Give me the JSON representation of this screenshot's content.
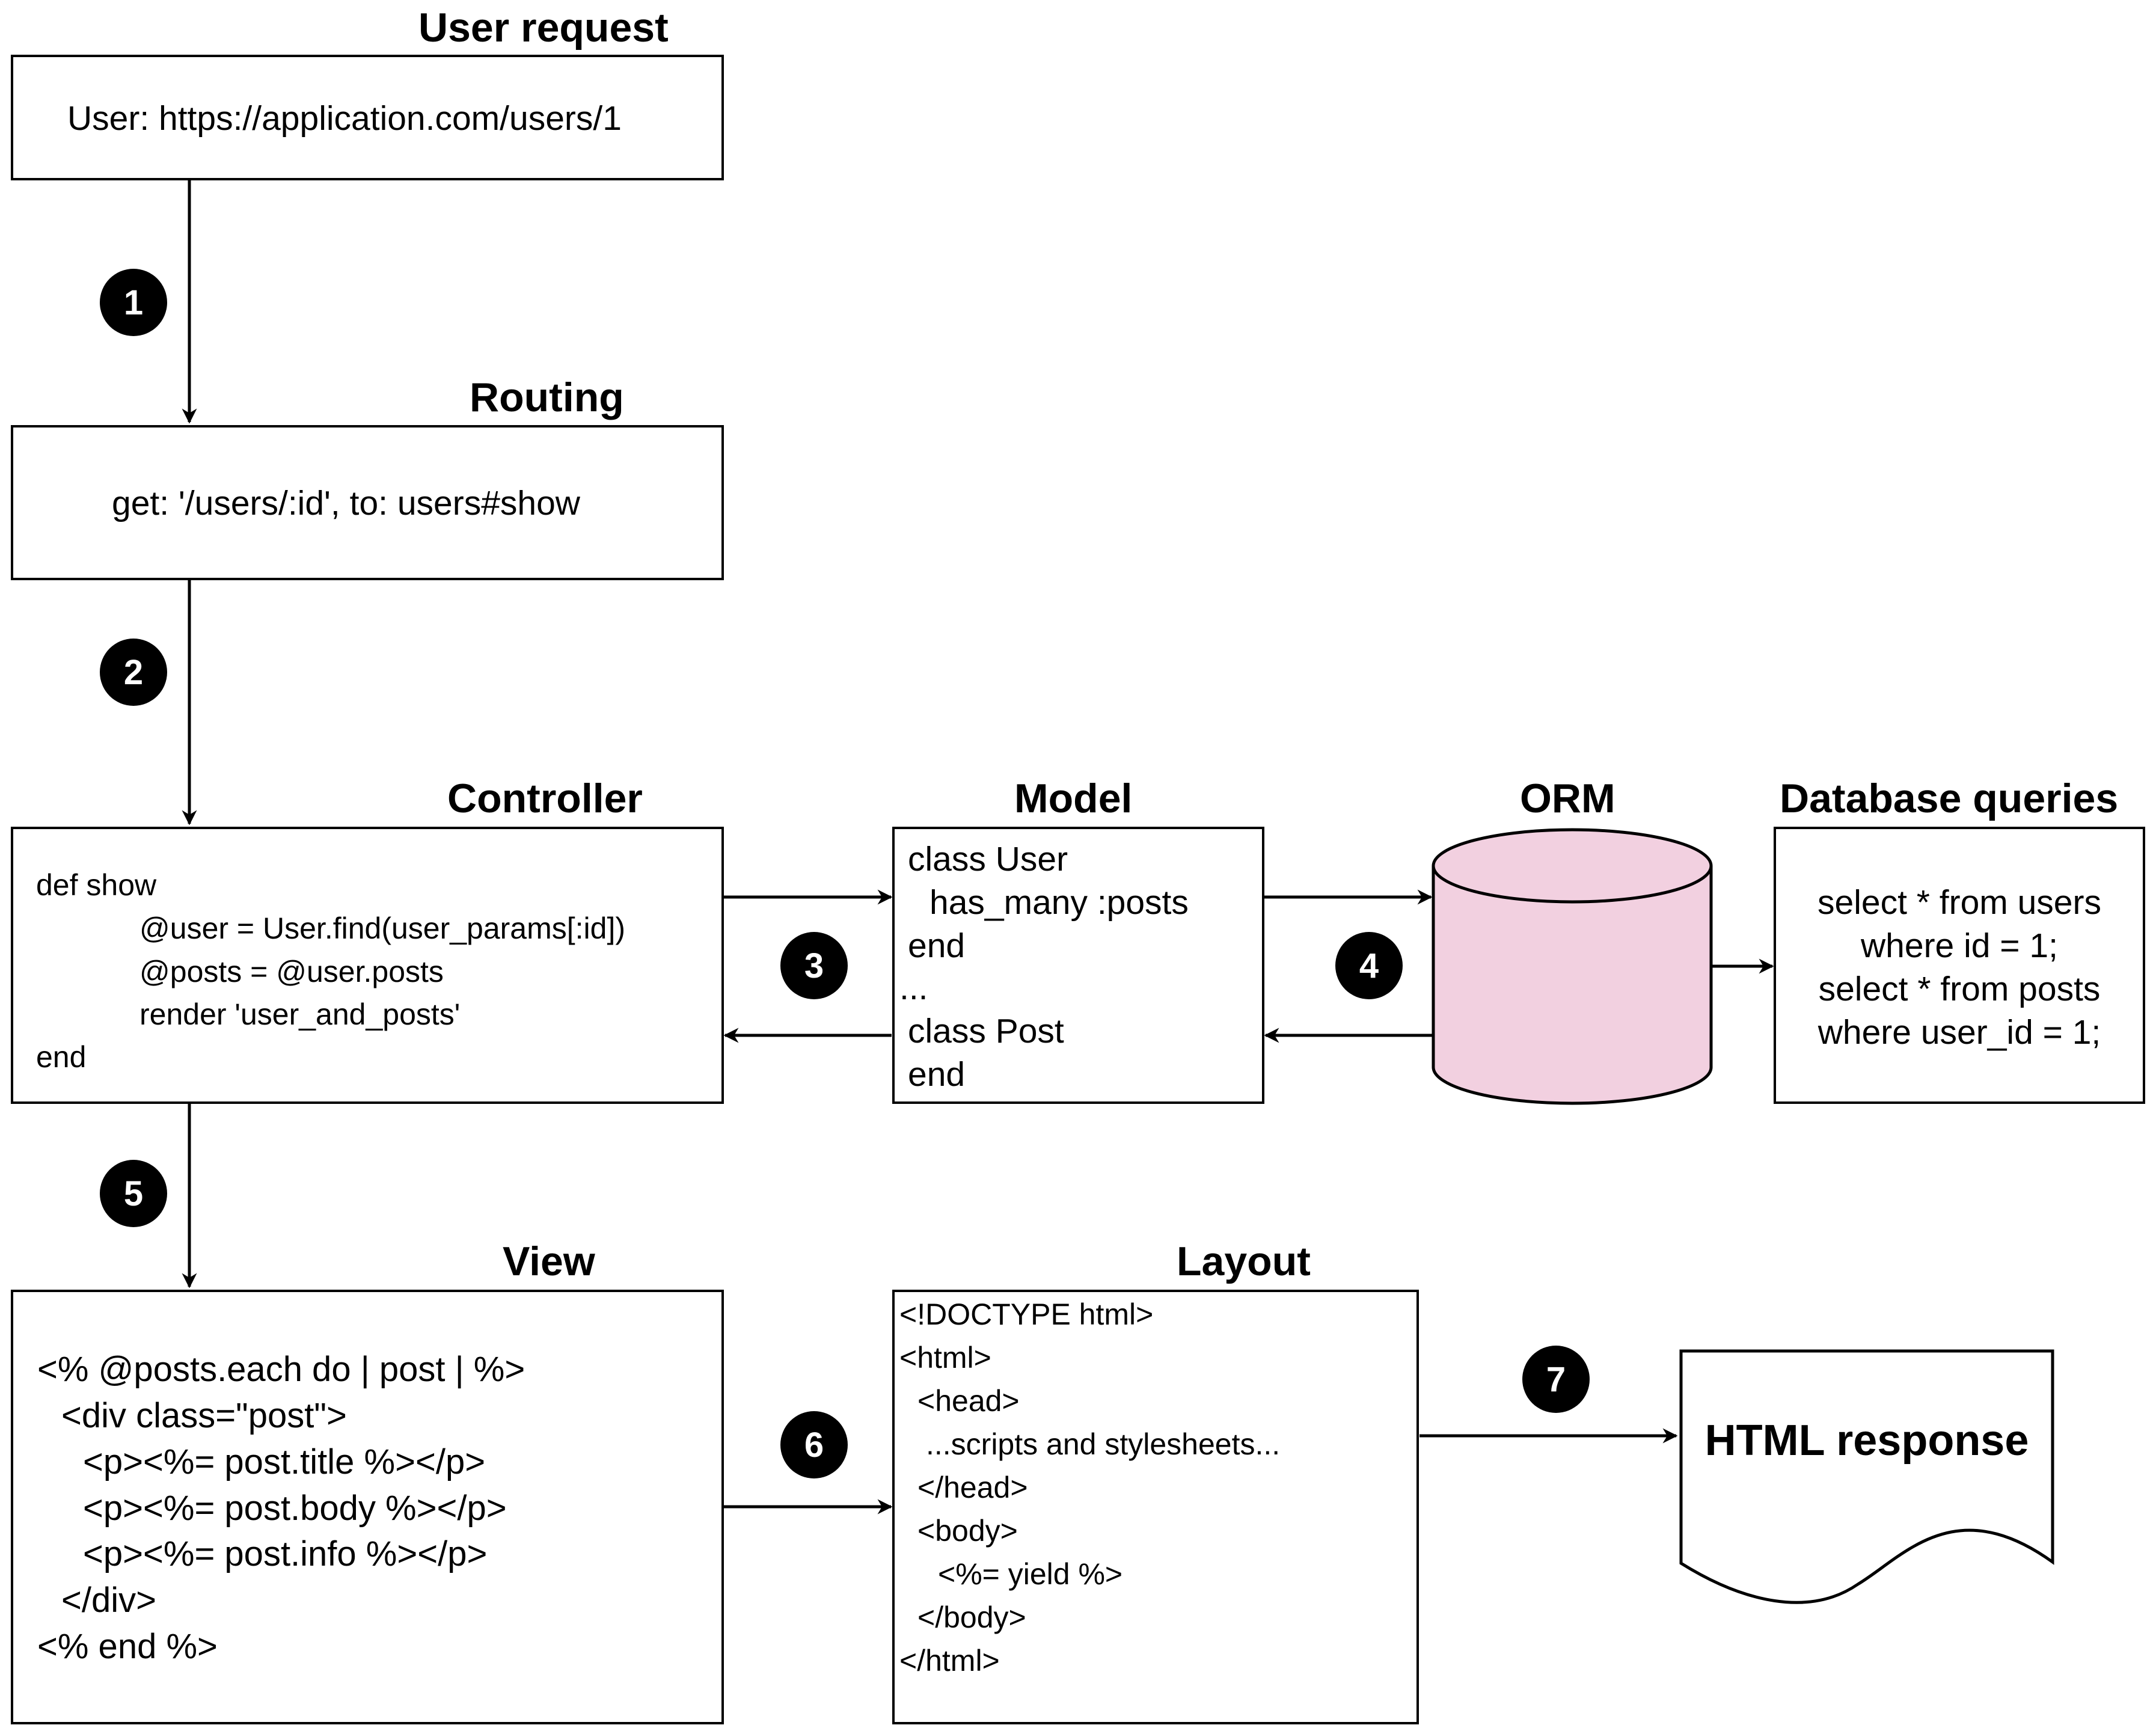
{
  "titles": {
    "user_request": "User request",
    "routing": "Routing",
    "controller": "Controller",
    "model": "Model",
    "orm": "ORM",
    "database_queries": "Database queries",
    "view": "View",
    "layout": "Layout"
  },
  "boxes": {
    "user_request": "User: https://application.com/users/1",
    "routing": "get: '/users/:id', to: users#show",
    "controller": [
      "def show",
      "@user = User.find(user_params[:id])",
      "@posts = @user.posts",
      "render 'user_and_posts'",
      "end"
    ],
    "model": [
      "class User",
      "has_many :posts",
      "end",
      "...",
      "class Post",
      "end"
    ],
    "database_queries": [
      "select * from users",
      "where id = 1;",
      "select * from posts",
      "where user_id = 1;"
    ],
    "view": [
      "<% @posts.each do | post | %>",
      "<div class=\"post\">",
      "<p><%= post.title %></p>",
      "<p><%= post.body %></p>",
      "<p><%= post.info %></p>",
      "</div>",
      "<% end %>"
    ],
    "layout": [
      "<!DOCTYPE html>",
      "<html>",
      "<head>",
      "...scripts and stylesheets...",
      "</head>",
      "<body>",
      "<%= yield %>",
      "</body>",
      "</html>"
    ],
    "html_response": "HTML response"
  },
  "steps": [
    "1",
    "2",
    "3",
    "4",
    "5",
    "6",
    "7"
  ],
  "colors": {
    "cylinder_fill": "#f2d0e0",
    "stroke": "#000000",
    "badge": "#000000"
  }
}
